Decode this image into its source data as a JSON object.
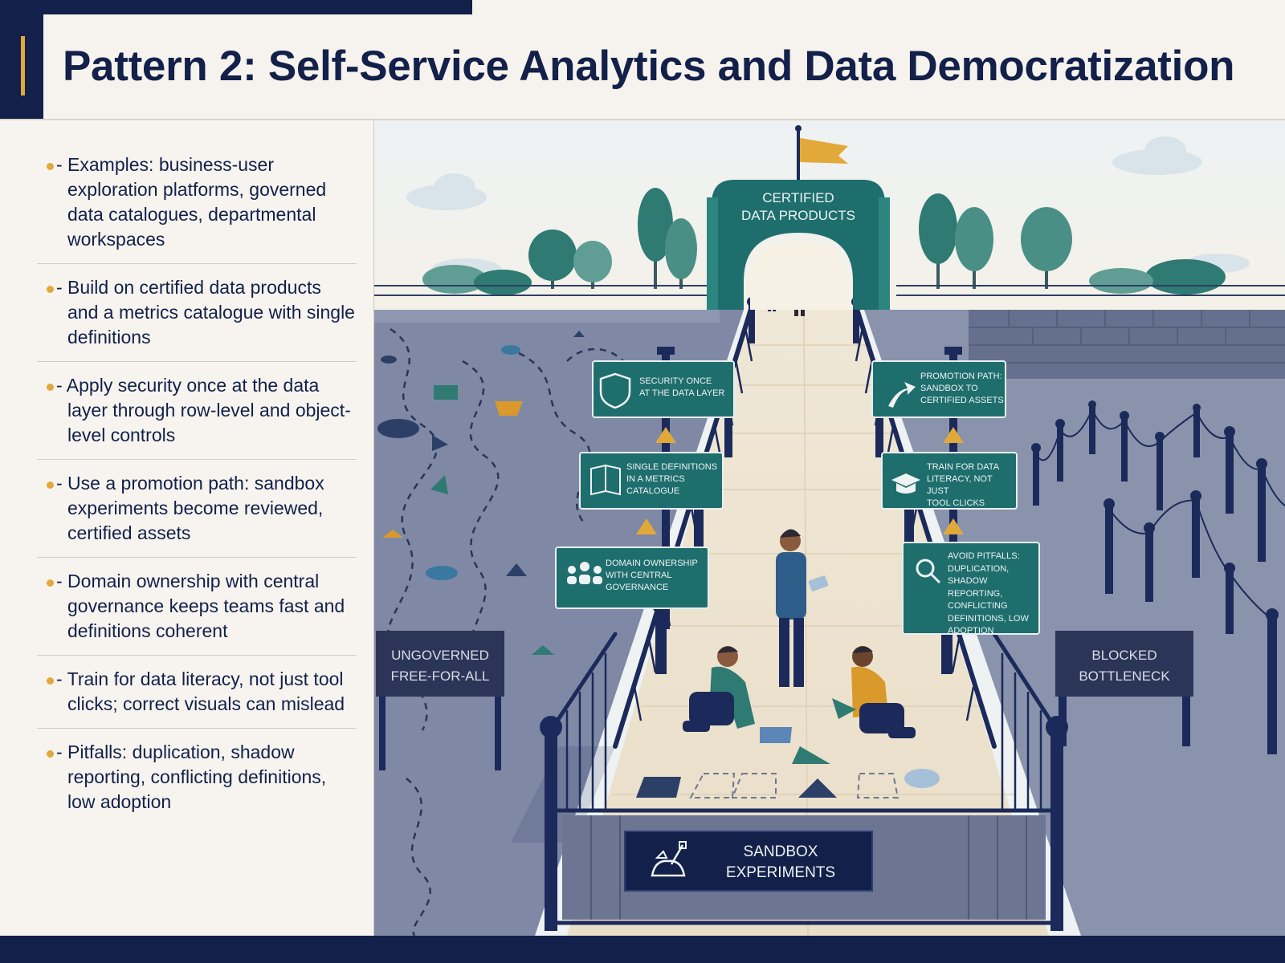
{
  "title": "Pattern 2: Self-Service Analytics and Data Democratization",
  "bullets": [
    "- Examples: business-user exploration platforms, governed data catalogues, departmental workspaces",
    "- Build on certified data products and a metrics catalogue with single definitions",
    "- Apply security once at the data layer through row-level and object-level controls",
    "- Use a promotion path: sandbox experiments become reviewed, certified assets",
    "- Domain ownership with central governance keeps teams fast and definitions coherent",
    "- Train for data literacy, not just tool clicks; correct visuals can mislead",
    "- Pitfalls: duplication, shadow reporting, conflicting definitions, low adoption"
  ],
  "scene": {
    "gate": [
      "CERTIFIED",
      "DATA PRODUCTS"
    ],
    "left_zone": [
      "UNGOVERNED",
      "FREE-FOR-ALL"
    ],
    "right_zone": [
      "BLOCKED",
      "BOTTLENECK"
    ],
    "base": [
      "SANDBOX",
      "EXPERIMENTS"
    ],
    "signs_left": [
      {
        "icon": "shield-icon",
        "lines": [
          "SECURITY ONCE",
          "AT THE DATA LAYER"
        ]
      },
      {
        "icon": "book-icon",
        "lines": [
          "SINGLE DEFINITIONS",
          "IN A METRICS",
          "CATALOGUE"
        ]
      },
      {
        "icon": "people-icon",
        "lines": [
          "DOMAIN OWNERSHIP",
          "WITH CENTRAL",
          "GOVERNANCE"
        ]
      }
    ],
    "signs_right": [
      {
        "icon": "path-arrow-icon",
        "lines": [
          "PROMOTION PATH:",
          "SANDBOX TO",
          "CERTIFIED ASSETS"
        ]
      },
      {
        "icon": "graduation-cap-icon",
        "lines": [
          "TRAIN FOR DATA",
          "LITERACY, NOT JUST",
          "TOOL CLICKS"
        ]
      },
      {
        "icon": "magnifier-icon",
        "lines": [
          "AVOID PITFALLS:",
          "DUPLICATION,",
          "SHADOW REPORTING,",
          "CONFLICTING",
          "DEFINITIONS, LOW",
          "ADOPTION"
        ]
      }
    ]
  },
  "colors": {
    "navy": "#12204a",
    "teal": "#1f6e6e",
    "gold": "#e2a93a",
    "sky": "#eef2f3"
  }
}
